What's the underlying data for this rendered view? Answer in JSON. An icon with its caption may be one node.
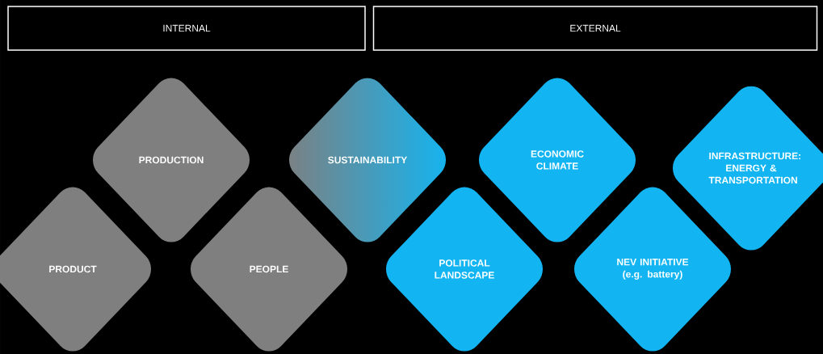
{
  "diagram": {
    "nodes": [
      {
        "text": [
          "INTERNAL"
        ]
      },
      {
        "text": [
          "EXTERNAL"
        ]
      },
      {
        "text": [
          "PRODUCTION"
        ]
      },
      {
        "text": [
          "SUSTAINABILITY"
        ]
      },
      {
        "text": [
          "ECONOMIC CLIMATE"
        ]
      },
      {
        "text": [
          "INFRASTRUCTURE: ENERGY & TRANSPORTATION"
        ]
      },
      {
        "text": [
          "PRODUCT"
        ]
      },
      {
        "text": [
          "PEOPLE"
        ]
      },
      {
        "text": [
          "POLITICAL LANDSCAPE"
        ]
      },
      {
        "text": [
          "NEV INITIATIVE (e.g. battery)"
        ]
      }
    ]
  }
}
